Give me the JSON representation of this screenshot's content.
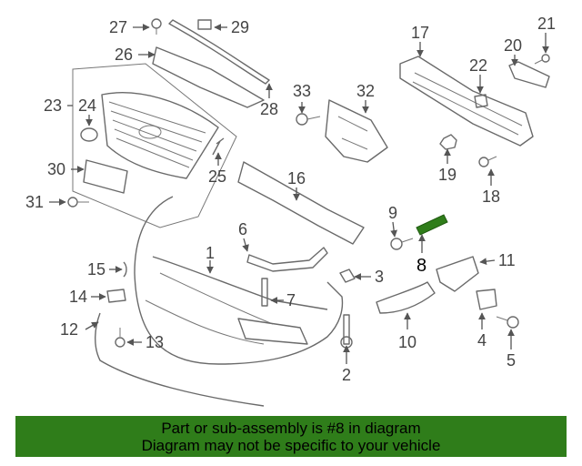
{
  "highlight_part": "8",
  "highlight_color": "#2f7d1a",
  "banner_color": "#2f7d1a",
  "callouts": [
    {
      "id": "c1",
      "label": "1"
    },
    {
      "id": "c2",
      "label": "2"
    },
    {
      "id": "c3",
      "label": "3"
    },
    {
      "id": "c4",
      "label": "4"
    },
    {
      "id": "c5",
      "label": "5"
    },
    {
      "id": "c6",
      "label": "6"
    },
    {
      "id": "c7",
      "label": "7"
    },
    {
      "id": "c8",
      "label": "8"
    },
    {
      "id": "c9",
      "label": "9"
    },
    {
      "id": "c10",
      "label": "10"
    },
    {
      "id": "c11",
      "label": "11"
    },
    {
      "id": "c12",
      "label": "12"
    },
    {
      "id": "c13",
      "label": "13"
    },
    {
      "id": "c14",
      "label": "14"
    },
    {
      "id": "c15",
      "label": "15"
    },
    {
      "id": "c16",
      "label": "16"
    },
    {
      "id": "c17",
      "label": "17"
    },
    {
      "id": "c18",
      "label": "18"
    },
    {
      "id": "c19",
      "label": "19"
    },
    {
      "id": "c20",
      "label": "20"
    },
    {
      "id": "c21",
      "label": "21"
    },
    {
      "id": "c22",
      "label": "22"
    },
    {
      "id": "c23",
      "label": "23"
    },
    {
      "id": "c24",
      "label": "24"
    },
    {
      "id": "c25",
      "label": "25"
    },
    {
      "id": "c26",
      "label": "26"
    },
    {
      "id": "c27",
      "label": "27"
    },
    {
      "id": "c28",
      "label": "28"
    },
    {
      "id": "c29",
      "label": "29"
    },
    {
      "id": "c30",
      "label": "30"
    },
    {
      "id": "c31",
      "label": "31"
    },
    {
      "id": "c32",
      "label": "32"
    },
    {
      "id": "c33",
      "label": "33"
    }
  ],
  "banner": {
    "line1": "Part or sub-assembly is #8 in diagram",
    "line2": "Diagram may not be specific to your vehicle"
  }
}
